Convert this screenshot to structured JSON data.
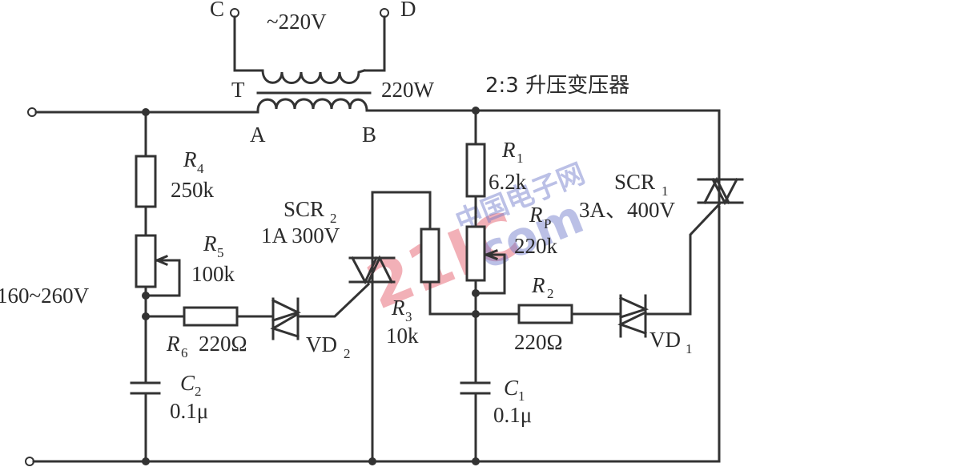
{
  "diagram": {
    "title": "2:3 升压变压器",
    "input_voltage": "160~260V",
    "transformer": {
      "designator": "T",
      "power": "220W",
      "supply": "~220V",
      "terminals": {
        "c": "C",
        "d": "D",
        "a": "A",
        "b": "B"
      }
    },
    "components": {
      "r4": {
        "name": "R",
        "sub": "4",
        "value": "250k"
      },
      "r5": {
        "name": "R",
        "sub": "5",
        "value": "100k"
      },
      "r6": {
        "name": "R",
        "sub": "6",
        "value": "220Ω"
      },
      "c2": {
        "name": "C",
        "sub": "2",
        "value": "0.1μ"
      },
      "vd2": {
        "name": "VD",
        "sub": "2"
      },
      "scr2": {
        "name": "SCR",
        "sub": "2",
        "rating": "1A  300V"
      },
      "r3": {
        "name": "R",
        "sub": "3",
        "value": "10k"
      },
      "r1": {
        "name": "R",
        "sub": "1",
        "value": "6.2k"
      },
      "rp": {
        "name": "R",
        "sub": "P",
        "value": "220k"
      },
      "r2": {
        "name": "R",
        "sub": "2",
        "value": "220Ω"
      },
      "c1": {
        "name": "C",
        "sub": "1",
        "value": "0.1μ"
      },
      "vd1": {
        "name": "VD",
        "sub": "1"
      },
      "scr1": {
        "name": "SCR",
        "sub": "1",
        "rating": "3A、400V"
      }
    },
    "watermark": {
      "red": "21IC",
      "blue_top": "中国电子网",
      "blue_bottom": ".com"
    }
  }
}
